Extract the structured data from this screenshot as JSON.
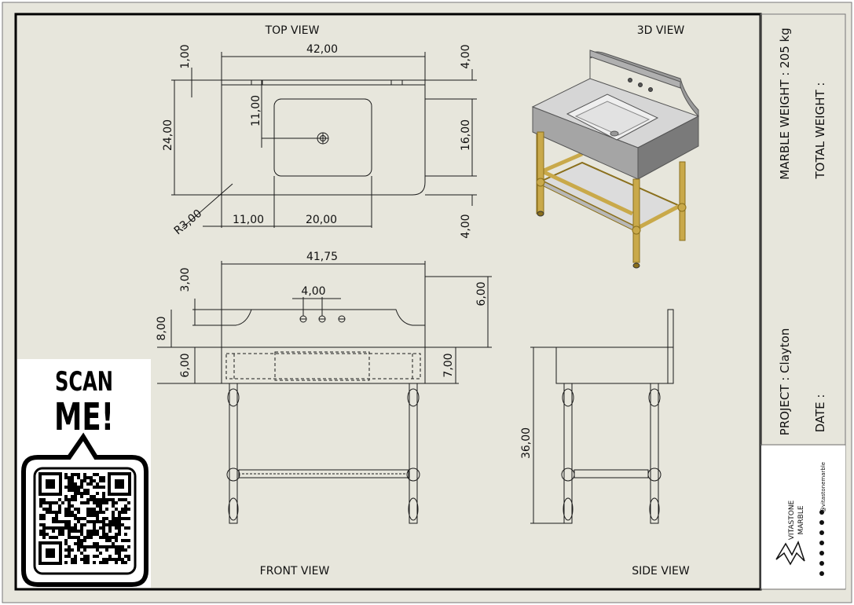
{
  "colors": {
    "sheet_bg": "#e7e6dc",
    "line": "#1a1a1a",
    "marble_light": "#d9d9d9",
    "marble_mid": "#a8a8a8",
    "marble_dark": "#6e6e6e",
    "brass": "#c9a94a",
    "brass_dark": "#8a6f1c"
  },
  "views": {
    "top": "TOP VIEW",
    "iso": "3D VIEW",
    "front": "FRONT VIEW",
    "side": "SIDE VIEW"
  },
  "dimensions": {
    "top": {
      "width": "42,00",
      "backsplash": "1,00",
      "right_top": "4,00",
      "depth": "24,00",
      "basin_offset": "11,00",
      "basin_depth": "16,00",
      "radius": "R3,00",
      "basin_left": "11,00",
      "basin_width": "20,00",
      "right_bottom": "4,00"
    },
    "front": {
      "width": "41,75",
      "splash_top": "3,00",
      "tap_spacing": "4,00",
      "splash_total": "6,00",
      "splash_height": "8,00",
      "slab_left": "6,00",
      "slab_right": "7,00"
    },
    "side": {
      "height": "36,00"
    }
  },
  "title_block": {
    "marble_weight": "MARBLE WEIGHT : 205 kg",
    "total_weight": "TOTAL WEIGHT :",
    "project": "PROJECT : Clayton",
    "date": "DATE :",
    "brand_line1": "VITASTONE",
    "brand_line2": "MARBLE",
    "social": "@vitastonemarble"
  },
  "qr": {
    "scan_line1": "SCAN",
    "scan_line2": "ME!"
  }
}
